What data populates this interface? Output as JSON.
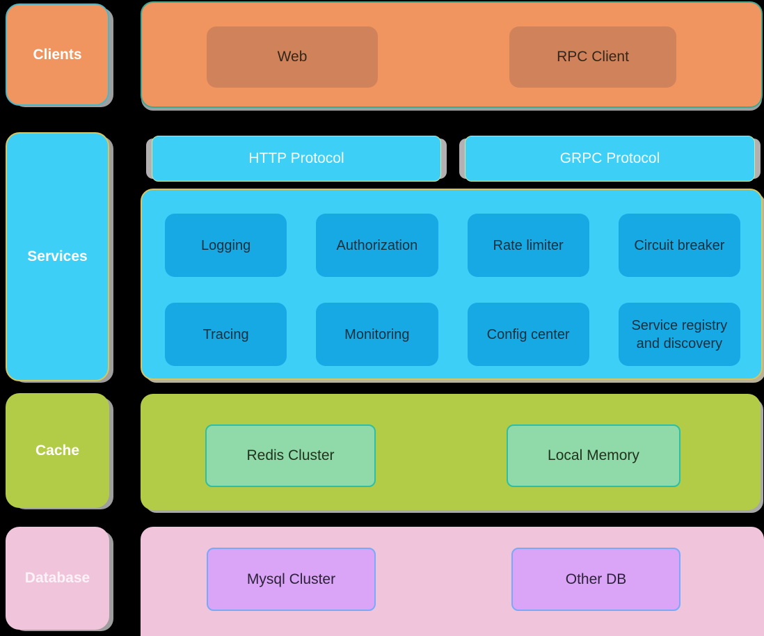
{
  "diagram": {
    "clients": {
      "label": "Clients",
      "items": [
        {
          "label": "Web"
        },
        {
          "label": "RPC Client"
        }
      ]
    },
    "services": {
      "label": "Services",
      "protocols": [
        {
          "label": "HTTP Protocol"
        },
        {
          "label": "GRPC Protocol"
        }
      ],
      "middleware": [
        {
          "label": "Logging"
        },
        {
          "label": "Authorization"
        },
        {
          "label": "Rate limiter"
        },
        {
          "label": "Circuit breaker"
        },
        {
          "label": "Tracing"
        },
        {
          "label": "Monitoring"
        },
        {
          "label": "Config center"
        },
        {
          "label": "Service registry and discovery"
        }
      ]
    },
    "cache": {
      "label": "Cache",
      "items": [
        {
          "label": "Redis Cluster"
        },
        {
          "label": "Local Memory"
        }
      ]
    },
    "database": {
      "label": "Database",
      "items": [
        {
          "label": "Mysql Cluster"
        },
        {
          "label": "Other DB"
        }
      ]
    }
  },
  "colors": {
    "background": "#000000",
    "clients_panel": "#f0955f",
    "clients_chip": "#d0835a",
    "clients_label_border": "#4db6c6",
    "clients_panel_border": "#3fa893",
    "services_panel": "#3dcff6",
    "services_chip": "#17a9e4",
    "services_border": "#d9c55d",
    "cache_panel": "#b3cc48",
    "cache_chip": "#90d9a9",
    "cache_chip_border": "#2cbfa4",
    "database_panel": "#f0c5dc",
    "database_chip": "#daa4f7",
    "database_chip_border": "#79a9f8"
  }
}
